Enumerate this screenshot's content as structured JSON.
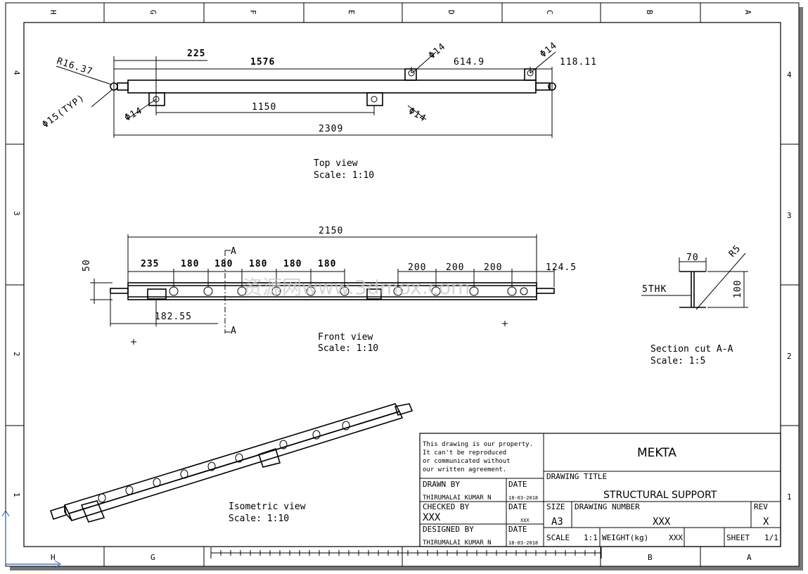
{
  "zones": {
    "top": [
      "H",
      "G",
      "F",
      "E",
      "D",
      "C",
      "B",
      "A"
    ],
    "bottom": [
      "H",
      "G",
      "B",
      "A"
    ],
    "side": [
      "4",
      "3",
      "2",
      "1"
    ]
  },
  "top_view": {
    "caption": "Top view",
    "scale": "Scale:  1:10",
    "dims": {
      "d225": "225",
      "d1576": "1576",
      "d614": "614.9",
      "d118": "118.11",
      "r1637": "R16.37",
      "phi15": "Φ15(TYP)",
      "phi14a": "Φ14",
      "phi14b": "Φ14",
      "phi14c": "Φ14",
      "phi14d": "Φ14",
      "d1150": "1150",
      "d2309": "2309"
    }
  },
  "front_view": {
    "caption": "Front view",
    "scale": "Scale:  1:10",
    "dims": {
      "d2150": "2150",
      "d50": "50",
      "d235": "235",
      "d180a": "180",
      "d180b": "180",
      "d180c": "180",
      "d180d": "180",
      "d180e": "180",
      "d200a": "200",
      "d200b": "200",
      "d200c": "200",
      "d1245": "124.5",
      "d18255": "182.55",
      "cutA1": "A",
      "cutA2": "A"
    }
  },
  "section": {
    "caption": "Section cut A-A",
    "scale": "Scale:  1:5",
    "dims": {
      "d70": "70",
      "r5": "R5",
      "thk": "5THK",
      "d100": "100"
    }
  },
  "iso_view": {
    "caption": "Isometric view",
    "scale": "Scale:  1:10"
  },
  "watermark": "资源网www.3dmox.com",
  "title_block": {
    "notice": [
      "This drawing is our property.",
      "It can't be reproduced",
      "or communicated without",
      "our written agreement."
    ],
    "company": "MEKTA",
    "drawn_by_label": "DRAWN BY",
    "drawn_by": "THIRUMALAI KUMAR N",
    "drawn_date_label": "DATE",
    "drawn_date": "18-03-2018",
    "checked_by_label": "CHECKED BY",
    "checked_by": "XXX",
    "checked_date_label": "DATE",
    "checked_date": "XXX",
    "designed_by_label": "DESIGNED BY",
    "designed_by": "THIRUMALAI KUMAR N",
    "designed_date_label": "DATE",
    "designed_date": "18-03-2018",
    "drawing_title_label": "DRAWING TITLE",
    "drawing_title": "STRUCTURAL SUPPORT",
    "size_label": "SIZE",
    "size": "A3",
    "drawing_number_label": "DRAWING NUMBER",
    "drawing_number": "XXX",
    "rev_label": "REV",
    "rev": "X",
    "scale_label": "SCALE",
    "scale": "1:1",
    "weight_label": "WEIGHT(kg)",
    "weight": "XXX",
    "sheet_label": "SHEET",
    "sheet": "1/1"
  }
}
